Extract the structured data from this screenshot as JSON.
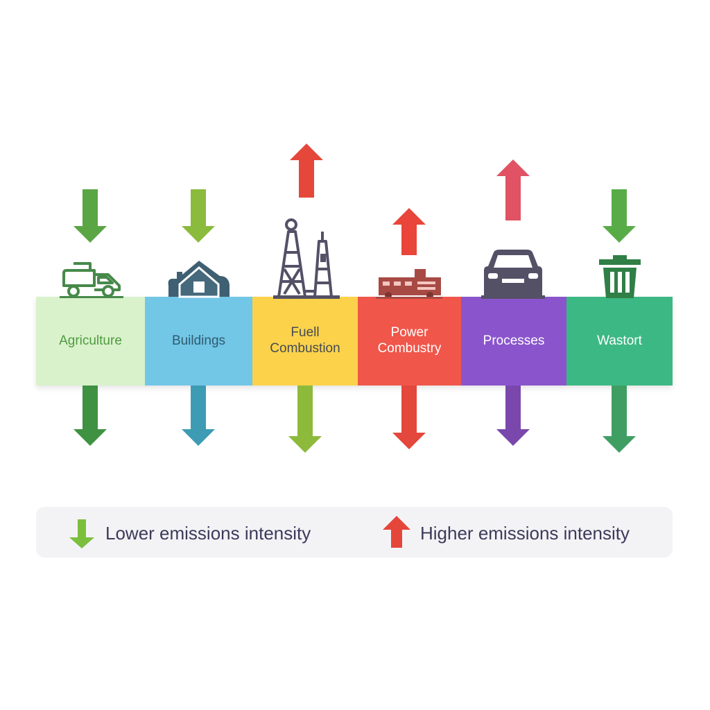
{
  "colors": {
    "green": "#4a9a3f",
    "lime": "#8ebb3c",
    "teal": "#3a9db6",
    "red": "#e5463a",
    "pink": "#e05464",
    "purple": "#7a49ae",
    "emerald": "#3d9f62",
    "icon_green": "#47894a",
    "icon_slate": "#3f5f72",
    "icon_dark": "#545066",
    "icon_brick": "#a84a44",
    "icon_dark_green": "#2f7f47",
    "legend_text": "#3d3a5a",
    "legend_bg": "#f3f3f6"
  },
  "sectors": [
    {
      "label": "Agriculture",
      "icon": "truck-icon",
      "box_color": "#d9f2cc",
      "text_color": "#4f9a3f",
      "top_arrow": {
        "direction": "down",
        "color": "#5aa544"
      },
      "bottom_arrow": {
        "direction": "down",
        "color": "#3f9242"
      }
    },
    {
      "label": "Buildings",
      "icon": "house-icon",
      "box_color": "#72c6e6",
      "text_color": "#2f5b70",
      "top_arrow": {
        "direction": "down",
        "color": "#8bbb3c"
      },
      "bottom_arrow": {
        "direction": "down",
        "color": "#3d9bb4"
      }
    },
    {
      "label": "Fuell\nCombustion",
      "icon": "oil-rig-icon",
      "box_color": "#fbd24a",
      "text_color": "#454b52",
      "top_arrow": {
        "direction": "up",
        "color": "#e6473b"
      },
      "bottom_arrow": {
        "direction": "down",
        "color": "#8dba3b"
      }
    },
    {
      "label": "Power\nCombustry",
      "icon": "factory-icon",
      "box_color": "#f0564a",
      "text_color": "#ffffff",
      "top_arrow": {
        "direction": "up",
        "color": "#e9453a"
      },
      "bottom_arrow": {
        "direction": "down",
        "color": "#e4473b"
      }
    },
    {
      "label": "Processes",
      "icon": "car-icon",
      "box_color": "#8a55cc",
      "text_color": "#ffffff",
      "top_arrow": {
        "direction": "up",
        "color": "#e05264"
      },
      "bottom_arrow": {
        "direction": "down",
        "color": "#7a47ad"
      }
    },
    {
      "label": "Wastort",
      "icon": "trash-can-icon",
      "box_color": "#3cb884",
      "text_color": "#ffffff",
      "top_arrow": {
        "direction": "down",
        "color": "#58ac48"
      },
      "bottom_arrow": {
        "direction": "down",
        "color": "#3f9f62"
      }
    }
  ],
  "legend": {
    "lower": {
      "label": "Lower emissions intensity",
      "direction": "down",
      "color": "#7cbf3d"
    },
    "higher": {
      "label": "Higher emissions intensity",
      "direction": "up",
      "color": "#e5463a"
    }
  }
}
